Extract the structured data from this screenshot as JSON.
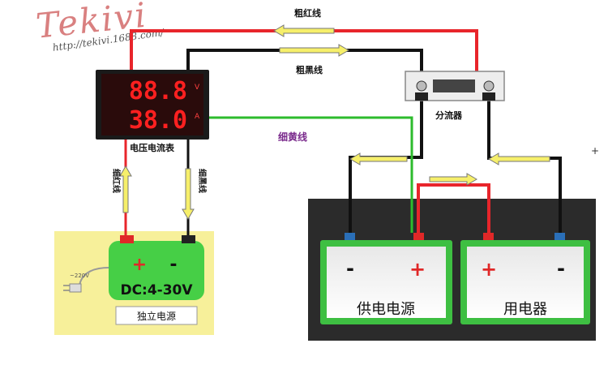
{
  "brand": {
    "logo": "Tekivi",
    "url": "http://tekivi.1688.com/"
  },
  "meter": {
    "voltage_display": "88.8",
    "current_display": "38.0",
    "unit_v": "V",
    "unit_a": "A",
    "label": "电压电流表"
  },
  "wires": {
    "thick_red": "粗红线",
    "thick_black": "粗黑线",
    "thin_yellow": "细黄线",
    "thin_red": "细红线",
    "thin_black": "细黑线"
  },
  "shunt": {
    "label": "分流器"
  },
  "independent_supply": {
    "plus": "+",
    "minus": "-",
    "range": "DC:4-30V",
    "label": "独立电源",
    "plug_label": "~220V"
  },
  "battery_supply": {
    "minus": "-",
    "plus": "+",
    "label": "供电电源"
  },
  "load": {
    "plus": "+",
    "minus": "-",
    "label": "用电器"
  },
  "misc": {
    "stray_plus": "+"
  },
  "colors": {
    "red_wire": "#e8252b",
    "black_wire": "#111111",
    "green_wire": "#2dbb2d",
    "arrow_yellow": "#f6ef6a",
    "panel_green": "#3ebf42",
    "supply_yellow": "#f7f09a"
  }
}
